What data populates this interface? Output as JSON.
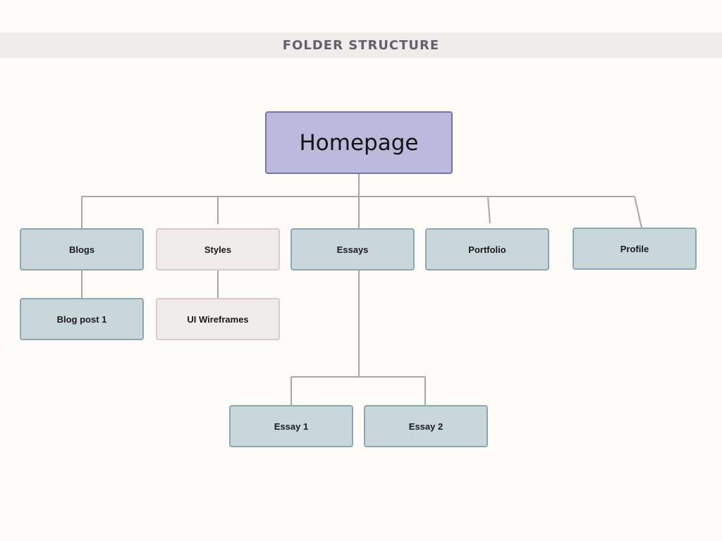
{
  "title": "FOLDER STRUCTURE",
  "colors": {
    "background": "#fdfcf8",
    "title_band": "#f0ece9",
    "root_fill": "#bdb9dc",
    "node_fill": "#c9d6da",
    "alt_node_fill": "#f0ecea",
    "connector": "#ada3a3"
  },
  "tree": {
    "root": "Homepage",
    "children": [
      {
        "label": "Blogs",
        "children": [
          "Blog post 1"
        ]
      },
      {
        "label": "Styles",
        "children": [
          "UI Wireframes"
        ]
      },
      {
        "label": "Essays",
        "children": [
          "Essay 1",
          "Essay 2"
        ]
      },
      {
        "label": "Portfolio",
        "children": []
      },
      {
        "label": "Profile",
        "children": []
      }
    ]
  }
}
